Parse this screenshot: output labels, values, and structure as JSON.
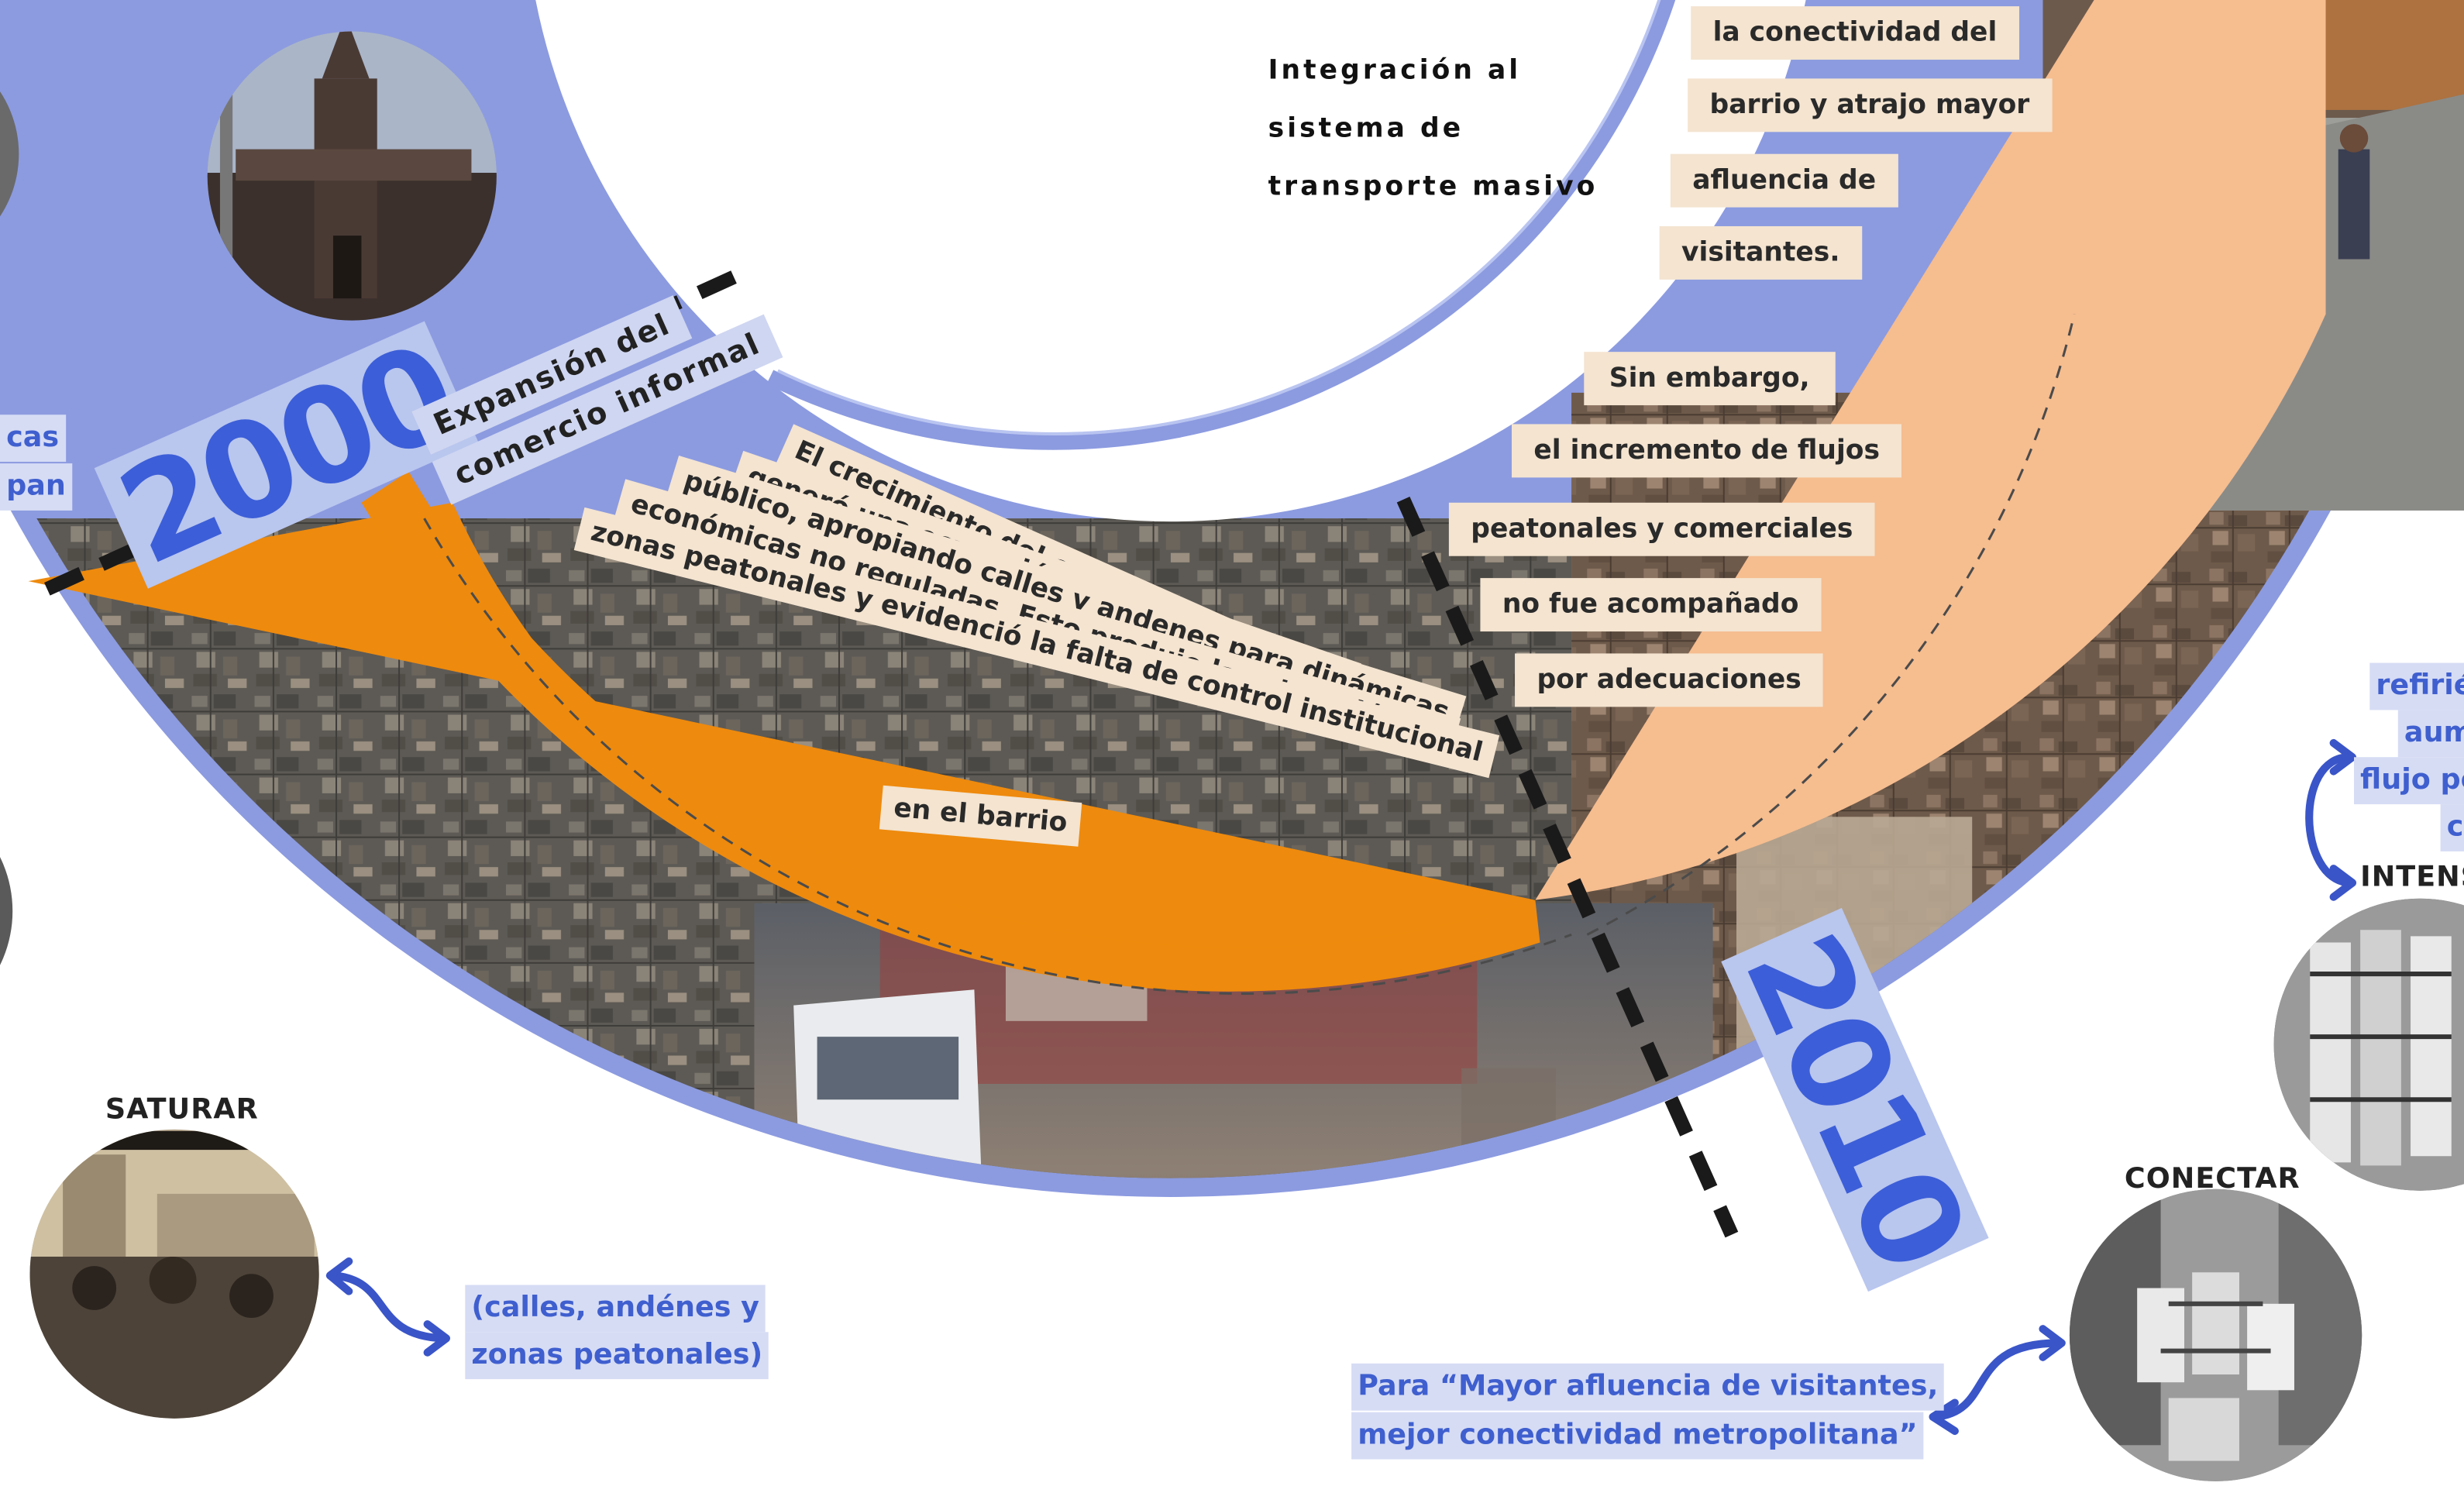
{
  "title_lines": [
    "Integración al",
    "sistema de",
    "transporte masivo"
  ],
  "year_left": "2000",
  "year_right": "2010",
  "expansion_label": [
    "Expansión del",
    "comercio informal"
  ],
  "left_text_lines": [
    "El crecimiento del comercio informal",
    "generó una ocupación masiva del espacio",
    "público, apropiando calles y andenes para dinámicas",
    "económicas no reguladas. Esto produjo la saturación de",
    "zonas peatonales y evidenció la falta de control institucional",
    "en el barrio"
  ],
  "right_text_lines_top": [
    "la conectividad del",
    "barrio y atrajo mayor",
    "afluencia de",
    "visitantes."
  ],
  "right_text_lines_bottom": [
    "Sin embargo,",
    "el incremento de flujos",
    "peatonales y comerciales",
    "no fue acompañado",
    "por adecuaciones"
  ],
  "left_edge_fragments": [
    "cas",
    "pan"
  ],
  "saturar": {
    "caption": "SATURAR",
    "note_lines": [
      "(calles, andénes y",
      "zonas peatonales)"
    ]
  },
  "conectar": {
    "caption": "CONECTAR",
    "note_lines": [
      "Para “Mayor afluencia de visitantes,",
      "mejor conectividad metropolitana”"
    ]
  },
  "right_edge": {
    "fragments": [
      "refirié",
      "aum",
      "flujo pe",
      "c"
    ],
    "caption": "INTENS"
  },
  "colors": {
    "ring_blue": "#8c9be0",
    "orange": "#ee8a0d",
    "peach": "#f6bd8f",
    "label_bg": "#f4e4d0",
    "year_blue": "#3c5ed8",
    "note_bg": "#d6dcf4"
  },
  "icons": [
    "church-photo",
    "old-square-photo",
    "bus-street-photo",
    "bus-depot-photo",
    "aerial-map-photo",
    "street-photo",
    "double-arrow-icon"
  ]
}
